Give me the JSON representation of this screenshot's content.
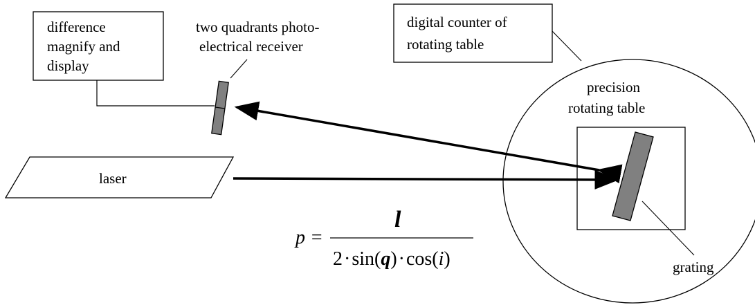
{
  "labels": {
    "difference_line1": "difference",
    "difference_line2": "magnify and",
    "difference_line3": "display",
    "receiver_line1": "two quadrants photo-",
    "receiver_line2": "electrical receiver",
    "counter_line1": "digital counter of",
    "counter_line2": "rotating table",
    "table_line1": "precision",
    "table_line2": "rotating table",
    "laser": "laser",
    "grating": "grating"
  },
  "formula": {
    "lhs": "p =",
    "numerator": "l",
    "den_two": "2",
    "den_sin": "sin(",
    "den_q": "q",
    "den_close": ")",
    "den_cos": "cos(",
    "den_i": "i",
    "den_end": ")",
    "dot": "·"
  }
}
